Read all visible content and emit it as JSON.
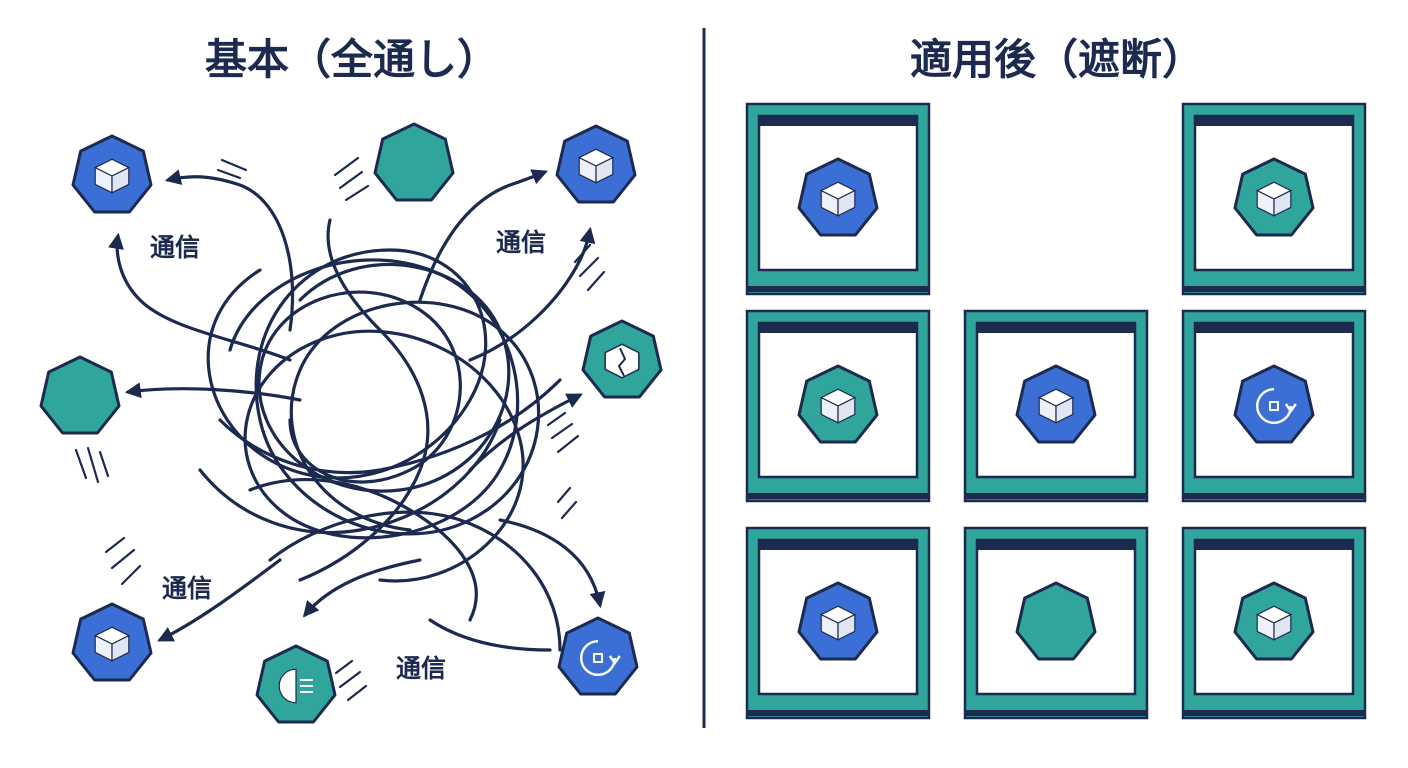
{
  "left_panel": {
    "title": "基本（全通し）",
    "comm_label": "通信",
    "nodes": [
      {
        "color": "blue",
        "icon": "cube-icon"
      },
      {
        "color": "teal",
        "icon": "none"
      },
      {
        "color": "blue",
        "icon": "cube-icon"
      },
      {
        "color": "teal",
        "icon": "none"
      },
      {
        "color": "teal",
        "icon": "broken-cube-icon"
      },
      {
        "color": "blue",
        "icon": "cube-icon"
      },
      {
        "color": "teal",
        "icon": "pod-log-icon"
      },
      {
        "color": "blue",
        "icon": "rotate-icon"
      }
    ]
  },
  "right_panel": {
    "title": "適用後（遮断）",
    "cells": [
      {
        "color": "blue",
        "icon": "cube-icon"
      },
      {
        "color": "teal",
        "icon": "cube-icon"
      },
      {
        "color": "teal",
        "icon": "cube-icon"
      },
      {
        "color": "blue",
        "icon": "cube-icon"
      },
      {
        "color": "blue",
        "icon": "rotate-icon"
      },
      {
        "color": "blue",
        "icon": "cube-icon"
      },
      {
        "color": "teal",
        "icon": "none"
      },
      {
        "color": "teal",
        "icon": "cube-icon"
      }
    ]
  },
  "colors": {
    "navy": "#1b2a4e",
    "blue": "#3b6fd6",
    "teal": "#2fa59c"
  }
}
